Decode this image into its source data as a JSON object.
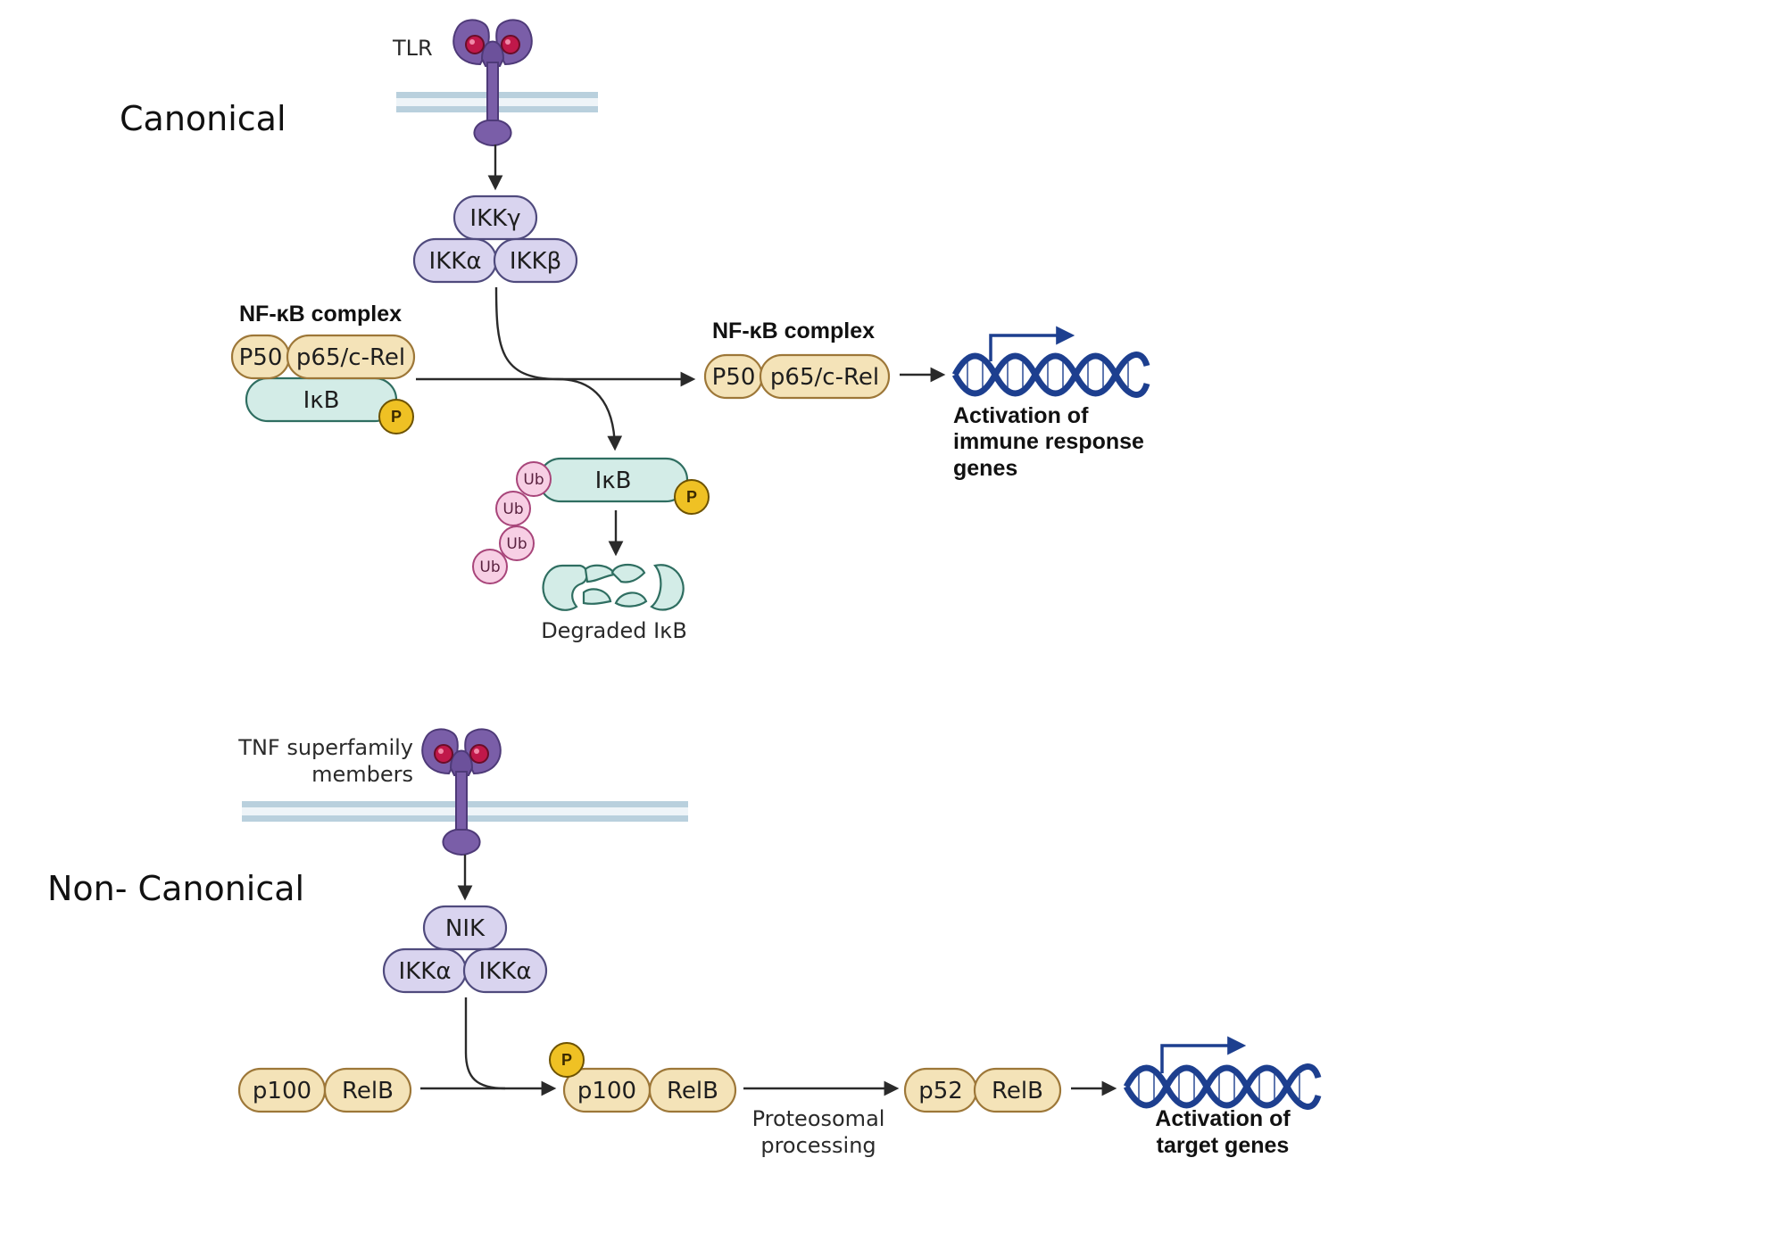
{
  "canonical": {
    "title": "Canonical",
    "receptor_label": "TLR",
    "ikk": {
      "gamma": "IKKγ",
      "alpha": "IKKα",
      "beta": "IKKβ"
    },
    "complex_label": "NF-κB complex",
    "p50": "P50",
    "p65": "p65/c-Rel",
    "ikb": "IκB",
    "phospho": "P",
    "ub": "Ub",
    "released_complex_label": "NF-κB complex",
    "degraded_label": "Degraded IκB",
    "activation_lines": [
      "Activation of",
      "immune response",
      "genes"
    ]
  },
  "noncanonical": {
    "title": "Non- Canonical",
    "receptor_label_lines": [
      "TNF superfamily",
      "members"
    ],
    "nik": "NIK",
    "ikka_left": "IKKα",
    "ikka_right": "IKKα",
    "p100": "p100",
    "relb": "RelB",
    "phospho": "P",
    "processing_lines": [
      "Proteosomal",
      "processing"
    ],
    "p52": "p52",
    "activation_lines": [
      "Activation of",
      "target genes"
    ]
  },
  "colors": {
    "receptor": "#7a5ea8",
    "ligand": "#c0184a",
    "membrane": "#b9d0dd",
    "dna": "#1d3f8f",
    "ikk": "#d9d4ef",
    "nfkb": "#f4e3b8",
    "ikb": "#d3ece7",
    "ubiquitin": "#f7cfe4",
    "phosphate": "#efc124"
  }
}
